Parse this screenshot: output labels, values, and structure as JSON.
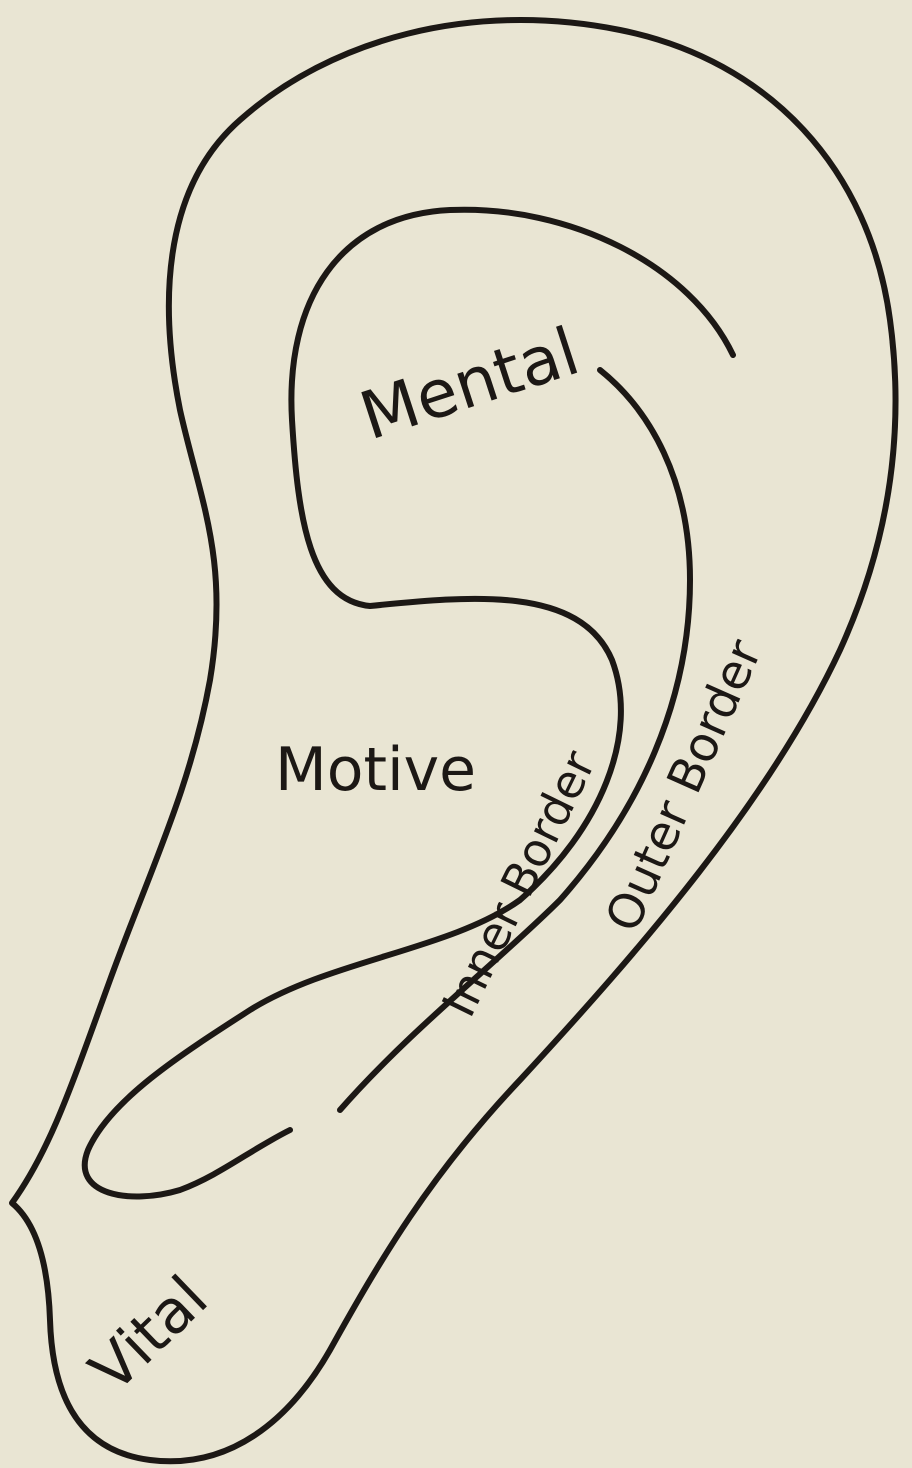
{
  "diagram": {
    "labels": {
      "mental": "Mental",
      "motive": "Motive",
      "vital": "Vital",
      "inner_border": "Inner Border",
      "outer_border": "Outer Border"
    },
    "colors": {
      "background": "#e9e5d3",
      "ink": "#1c1815"
    }
  }
}
